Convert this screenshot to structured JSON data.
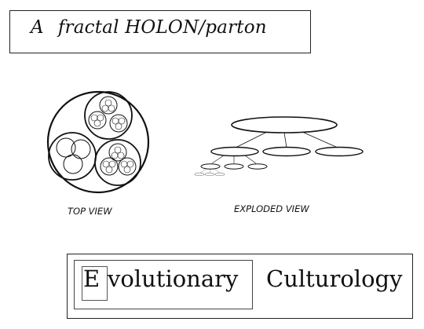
{
  "title": {
    "letter": "A",
    "text": "fractal HOLON/parton"
  },
  "diagram": {
    "top_view_label": "TOP VIEW",
    "exploded_view_label": "EXPLODED VIEW"
  },
  "footer": {
    "evolutionary_initial": "E",
    "evolutionary_rest": "volutionary",
    "culturology": "Culturology"
  }
}
